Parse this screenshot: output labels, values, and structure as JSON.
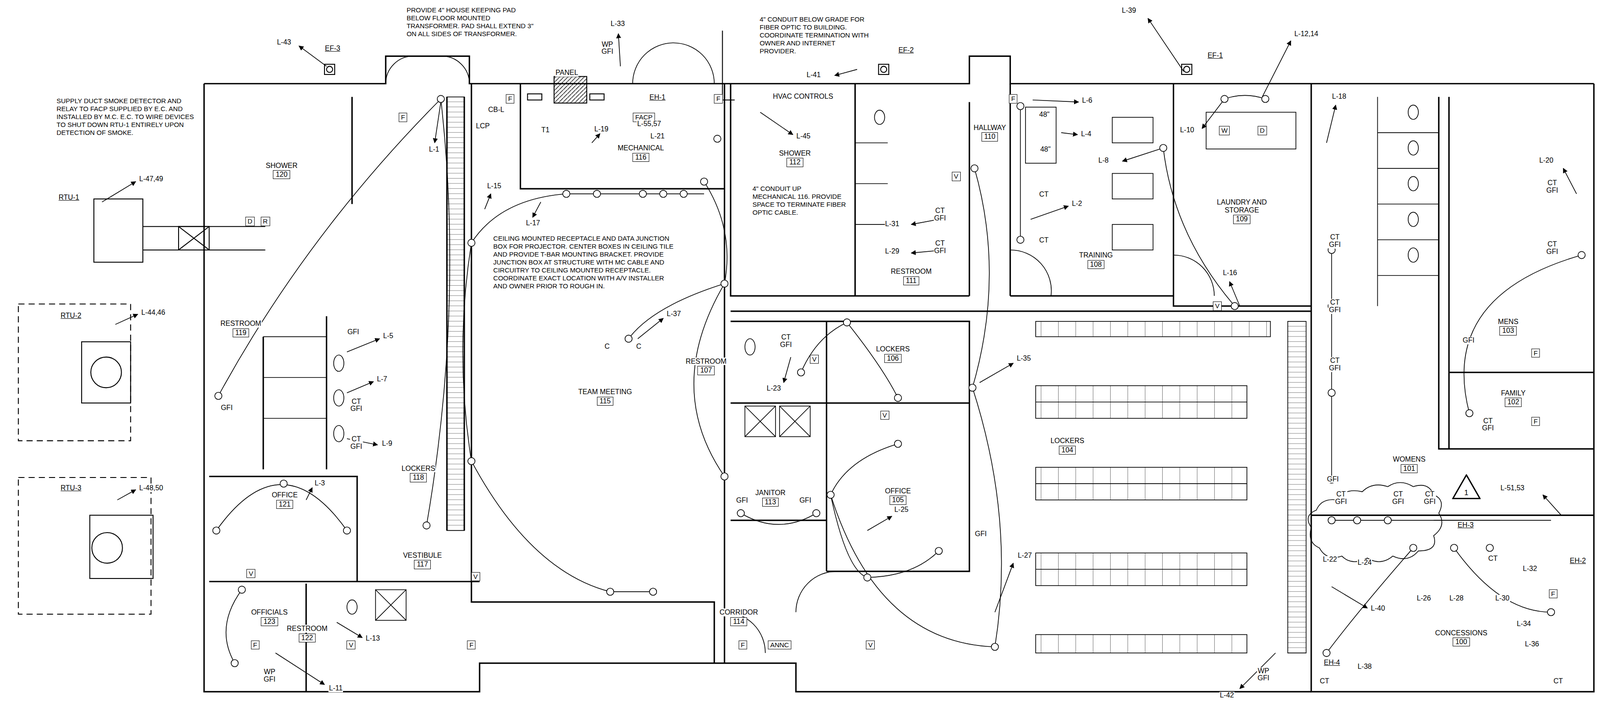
{
  "diagram": {
    "nodes": [
      {
        "text": [
          "SHOWER",
          "120"
        ]
      },
      {
        "text": [
          "RESTROOM",
          "119"
        ]
      },
      {
        "text": [
          "LOCKERS",
          "118"
        ]
      },
      {
        "text": [
          "OFFICE",
          "121"
        ]
      },
      {
        "text": [
          "VESTIBULE",
          "117"
        ]
      },
      {
        "text": [
          "OFFICIALS",
          "123"
        ]
      },
      {
        "text": [
          "RESTROOM",
          "122"
        ]
      },
      {
        "text": [
          "MECHANICAL",
          "116"
        ]
      },
      {
        "text": [
          "TEAM MEETING",
          "115"
        ]
      },
      {
        "text": [
          "SHOWER",
          "112"
        ]
      },
      {
        "text": [
          "RESTROOM",
          "111"
        ]
      },
      {
        "text": [
          "HALLWAY",
          "110"
        ]
      },
      {
        "text": [
          "RESTROOM",
          "107"
        ]
      },
      {
        "text": [
          "LOCKERS",
          "106"
        ]
      },
      {
        "text": [
          "JANITOR",
          "113"
        ]
      },
      {
        "text": [
          "OFFICE",
          "105"
        ]
      },
      {
        "text": [
          "CORRIDOR",
          "114"
        ]
      },
      {
        "text": [
          "TRAINING",
          "108"
        ]
      },
      {
        "text": [
          "LAUNDRY AND STORAGE",
          "109"
        ]
      },
      {
        "text": [
          "LOCKERS",
          "104"
        ]
      },
      {
        "text": [
          "MENS",
          "103"
        ]
      },
      {
        "text": [
          "FAMILY",
          "102"
        ]
      },
      {
        "text": [
          "WOMENS",
          "101"
        ]
      },
      {
        "text": [
          "CONCESSIONS",
          "100"
        ]
      },
      {
        "text": [
          "FACP"
        ]
      },
      {
        "text": [
          "ANNC"
        ]
      },
      {
        "text": [
          "W"
        ]
      },
      {
        "text": [
          "D"
        ]
      },
      {
        "text": [
          "1"
        ]
      },
      {
        "text": [
          "D"
        ]
      },
      {
        "text": [
          "R"
        ]
      },
      {
        "text": [
          "F"
        ]
      },
      {
        "text": [
          "F"
        ]
      },
      {
        "text": [
          "F"
        ]
      },
      {
        "text": [
          "F"
        ]
      },
      {
        "text": [
          "F"
        ]
      },
      {
        "text": [
          "F"
        ]
      },
      {
        "text": [
          "F"
        ]
      },
      {
        "text": [
          "F"
        ]
      },
      {
        "text": [
          "F"
        ]
      },
      {
        "text": [
          "F"
        ]
      },
      {
        "text": [
          "V"
        ]
      },
      {
        "text": [
          "V"
        ]
      },
      {
        "text": [
          "V"
        ]
      },
      {
        "text": [
          "V"
        ]
      },
      {
        "text": [
          "V"
        ]
      },
      {
        "text": [
          "V"
        ]
      },
      {
        "text": [
          "V"
        ]
      },
      {
        "text": [
          "V"
        ]
      }
    ],
    "labels": [
      "PROVIDE 4\" HOUSE KEEPING PAD BELOW FLOOR MOUNTED TRANSFORMER. PAD SHALL EXTEND 3\" ON ALL SIDES OF TRANSFORMER.",
      "4\" CONDUIT BELOW GRADE FOR FIBER OPTIC TO BUILDING. COORDINATE TERMINATION WITH OWNER AND INTERNET PROVIDER.",
      "SUPPLY DUCT SMOKE DETECTOR AND RELAY TO FACP SUPPLIED BY E.C. AND INSTALLED BY M.C. E.C. TO WIRE DEVICES TO SHUT DOWN RTU-1 ENTIRELY UPON DETECTION OF SMOKE.",
      "4\" CONDUIT UP MECHANICAL 116. PROVIDE SPACE TO TERMINATE FIBER OPTIC CABLE.",
      "CEILING MOUNTED RECEPTACLE AND DATA JUNCTION BOX FOR PROJECTOR. CENTER BOXES IN CEILING TILE AND PROVIDE T-BAR MOUNTING BRACKET. PROVIDE JUNCTION BOX AT STRUCTURE WITH MC CABLE AND CIRCUITRY TO CEILING MOUNTED RECEPTACLE. COORDINATE EXACT LOCATION WITH A/V INSTALLER AND OWNER PRIOR TO ROUGH IN.",
      "RTU-1",
      "L-47,49",
      "RTU-2",
      "L-44,46",
      "RTU-3",
      "L-48,50",
      "L-43",
      "EF-3",
      "L-1",
      "L-5",
      "GFI",
      "L-7",
      "CT GFI",
      "L-9",
      "CT GFI",
      "GFI",
      "L-3",
      "L-13",
      "L-11",
      "WP GFI",
      "PANEL",
      "L-33",
      "WP GFI",
      "EH-1",
      "CB-L",
      "LCP",
      "T1",
      "L-19",
      "L-55,57",
      "L-21",
      "HVAC CONTROLS",
      "L-45",
      "L-41",
      "EF-2",
      "L-15",
      "L-17",
      "L-37",
      "C",
      "C",
      "L-31",
      "L-29",
      "CT GFI",
      "CT GFI",
      "L-23",
      "CT GFI",
      "GFI",
      "GFI",
      "L-25",
      "L-27",
      "GFI",
      "L-35",
      "L-39",
      "EF-1",
      "L-12,14",
      "L-6",
      "48\"",
      "L-4",
      "48\"",
      "L-8",
      "CT",
      "L-2",
      "CT",
      "L-10",
      "L-16",
      "L-18",
      "CT GFI",
      "CT GFI",
      "CT GFI",
      "GFI",
      "L-20",
      "CT GFI",
      "CT GFI",
      "GFI",
      "CT GFI",
      "CT GFI",
      "CT GFI",
      "CT GFI",
      "EH-3",
      "L-51,53",
      "L-22",
      "L-24",
      "L-26",
      "L-28",
      "L-30",
      "L-32",
      "CT",
      "L-34",
      "L-36",
      "L-40",
      "EH-4",
      "L-38",
      "CT",
      "CT",
      "EH-2",
      "L-42",
      "WP GFI"
    ]
  }
}
